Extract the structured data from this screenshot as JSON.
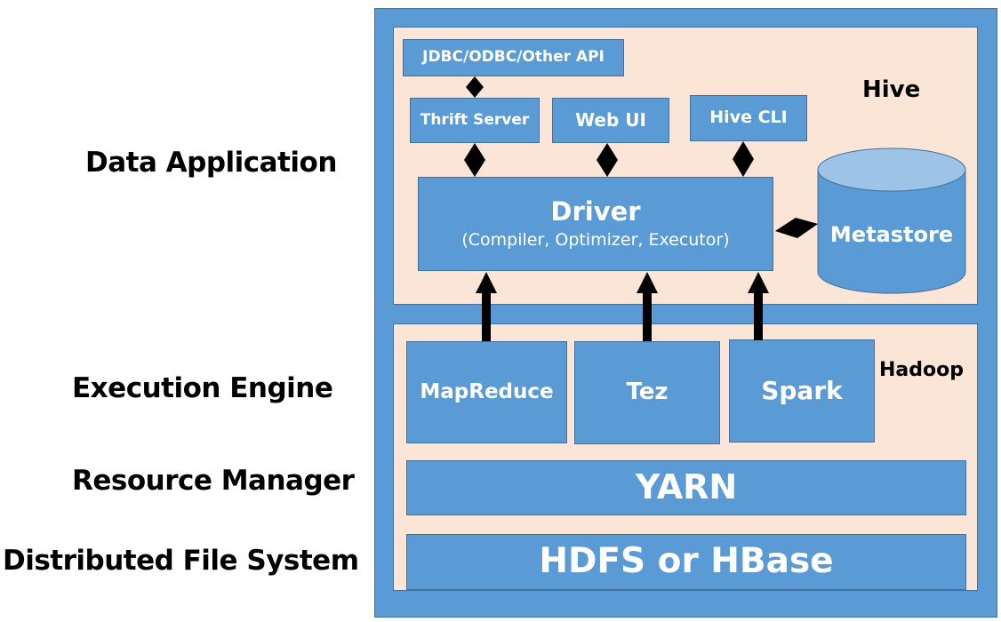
{
  "layers": [
    {
      "label": "Data Application"
    },
    {
      "label": "Execution Engine"
    },
    {
      "label": "Resource Manager"
    },
    {
      "label": "Distributed File System"
    }
  ],
  "hive": {
    "title": "Hive",
    "api": "JDBC/ODBC/Other API",
    "thrift_server": "Thrift Server",
    "web_ui": "Web UI",
    "hive_cli": "Hive CLI",
    "driver": {
      "title": "Driver",
      "subtitle": "(Compiler, Optimizer, Executor)"
    },
    "metastore": "Metastore"
  },
  "hadoop": {
    "title": "Hadoop",
    "engines": [
      "MapReduce",
      "Tez",
      "Spark"
    ],
    "resource_manager": "YARN",
    "storage": "HDFS or HBase"
  },
  "colors": {
    "box_fill": "#5b9bd5",
    "box_border": "#41719c",
    "panel_fill": "#fbe5d6",
    "cylinder_top": "#9dc3e6",
    "arrow": "#000000"
  }
}
